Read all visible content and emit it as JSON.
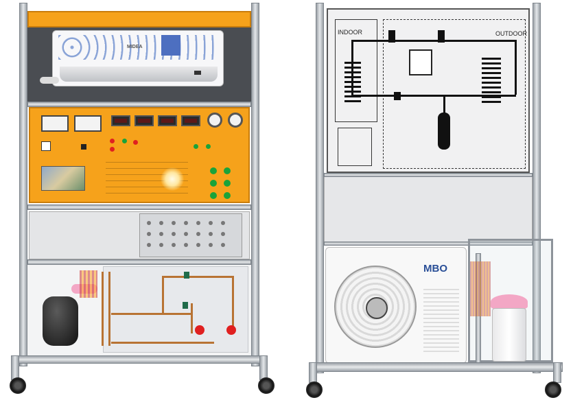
{
  "image": {
    "left_unit": {
      "indoor_unit_logo": "MIDEA",
      "schematic_caption": "",
      "panel_rows": 3
    },
    "right_unit": {
      "outdoor_brand": "MBO",
      "schematic_left_label": "INDOOR",
      "schematic_right_label": "OUTDOOR"
    },
    "colors": {
      "panel_orange": "#f6a21b",
      "frame_silver": "#c7cbcf",
      "copper": "#b87333",
      "valve_red": "#e02020",
      "container_pink": "#f3a7c5"
    }
  }
}
